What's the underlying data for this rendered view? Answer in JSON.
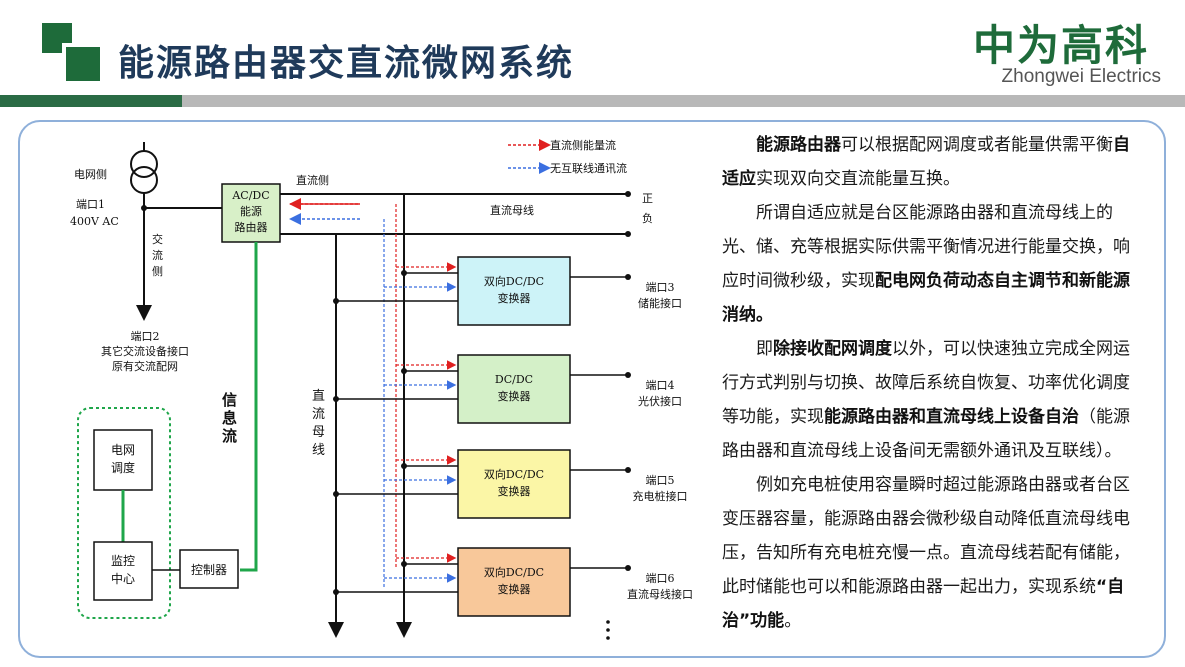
{
  "header": {
    "title": "能源路由器交直流微网系统",
    "brand_cn": "中为高科",
    "brand_en": "Zhongwei Electrics"
  },
  "diagram": {
    "grid_side": "电网侧",
    "port1": "端口1",
    "port1_voltage": "400V AC",
    "ac_side": [
      "交",
      "流",
      "侧"
    ],
    "port2": [
      "端口2",
      "其它交流设备接口",
      "原有交流配网"
    ],
    "router": [
      "AC/DC",
      "能源",
      "路由器"
    ],
    "dc_side": "直流侧",
    "dc_bus": "直流母线",
    "positive": "正",
    "negative": "负",
    "legend_dc_flow": "直流侧能量流",
    "legend_comm_flow": "无互联线通讯流",
    "info_flow": [
      "信",
      "息",
      "流"
    ],
    "dc_bus_vertical": [
      "直",
      "流",
      "母",
      "线"
    ],
    "grid_dispatch": [
      "电网",
      "调度"
    ],
    "monitor_center": [
      "监控",
      "中心"
    ],
    "controller": "控制器",
    "converters": [
      {
        "lines": [
          "双向DC/DC",
          "变换器"
        ],
        "port": [
          "端口3",
          "储能接口"
        ],
        "color": "#cdf3f8"
      },
      {
        "lines": [
          "DC/DC",
          "变换器"
        ],
        "port": [
          "端口4",
          "光伏接口"
        ],
        "color": "#d4f0c8"
      },
      {
        "lines": [
          "双向DC/DC",
          "变换器"
        ],
        "port": [
          "端口5",
          "充电桩接口"
        ],
        "color": "#fbf6a6"
      },
      {
        "lines": [
          "双向DC/DC",
          "变换器"
        ],
        "port": [
          "端口6",
          "直流母线接口"
        ],
        "color": "#f8c89a"
      }
    ],
    "colors": {
      "dc_flow": "#e02020",
      "comm_flow": "#3b6fe0",
      "info_flow": "#1fa64a",
      "router_fill": "#d8f0c8"
    }
  },
  "text": {
    "p1": [
      {
        "t": "能源路由器",
        "b": true
      },
      {
        "t": "可以根据配网调度或者能量供需平衡",
        "b": false
      },
      {
        "t": "自适应",
        "b": true
      },
      {
        "t": "实现双向交直流能量互换。",
        "b": false
      }
    ],
    "p2": [
      {
        "t": "所谓自适应就是台区能源路由器和直流母线上的光、储、充等根据实际供需平衡情况进行能量交换，响应时间微秒级，实现",
        "b": false
      },
      {
        "t": "配电网负荷动态自主调节和新能源消纳。",
        "b": true
      }
    ],
    "p3": [
      {
        "t": "即",
        "b": false
      },
      {
        "t": "除接收配网调度",
        "b": true
      },
      {
        "t": "以外，可以快速独立完成全网运行方式判别与切换、故障后系统自恢复、功率优化调度等功能，实现",
        "b": false
      },
      {
        "t": "能源路由器和直流母线上设备自治",
        "b": true
      },
      {
        "t": "（能源路由器和直流母线上设备间无需额外通讯及互联线）。",
        "b": false
      }
    ],
    "p4": [
      {
        "t": "例如充电桩使用容量瞬时超过能源路由器或者台区变压器容量，能源路由器会微秒级自动降低直流母线电压，告知所有充电桩充慢一点。直流母线若配有储能，此时储能也可以和能源路由器一起出力，实现系统",
        "b": false
      },
      {
        "t": "“自治”功能",
        "b": true
      },
      {
        "t": "。",
        "b": false
      }
    ]
  }
}
